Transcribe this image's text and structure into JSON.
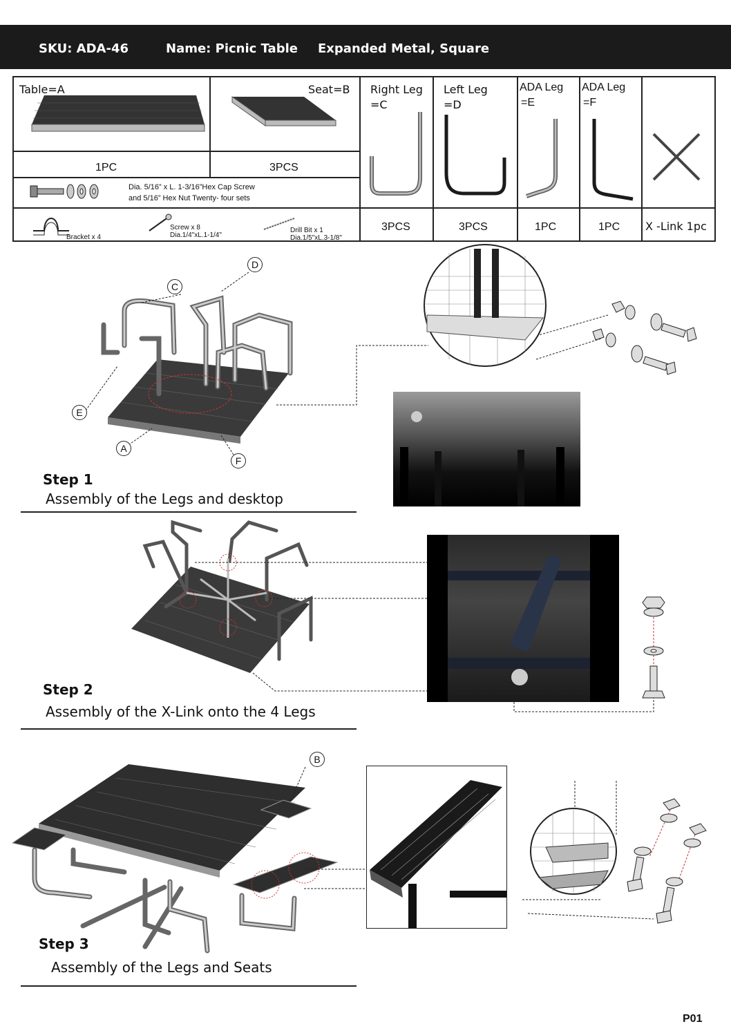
{
  "header": {
    "sku": "SKU:   ADA-46",
    "name": "Name: Picnic Table",
    "type": "Expanded Metal,  Square"
  },
  "parts": {
    "table": {
      "label": "Table=A",
      "qty": "1PC"
    },
    "seat": {
      "label": "Seat=B",
      "qty": "3PCS"
    },
    "right_leg": {
      "label1": "Right Leg",
      "label2": "=C",
      "qty": "3PCS"
    },
    "left_leg": {
      "label1": "Left Leg",
      "label2": "=D",
      "qty": "3PCS"
    },
    "ada_leg_e": {
      "label1": "ADA Leg",
      "label2": "=E",
      "qty": "1PC"
    },
    "ada_leg_f": {
      "label1": "ADA Leg",
      "label2": "=F",
      "qty": "1PC"
    },
    "xlink": {
      "qty": "X -Link 1pc"
    }
  },
  "hardware": {
    "screw_line1": "Dia. 5/16” x L. 1-3/16”Hex Cap Screw",
    "screw_line2": "and 5/16” Hex Nut   Twenty- four sets",
    "bracket": "Bracket x 4",
    "screw8_line1": "Screw x 8",
    "screw8_line2": "Dia.1/4\"xL.1-1/4\"",
    "drill_line1": "Drill Bit x 1",
    "drill_line2": "Dia.1/5\"xL.3-1/8\""
  },
  "callouts": {
    "a": "A",
    "b": "B",
    "c": "C",
    "d": "D",
    "e": "E",
    "f": "F"
  },
  "steps": [
    {
      "title": "Step 1",
      "desc": "Assembly of the Legs and desktop"
    },
    {
      "title": "Step 2",
      "desc": "Assembly of the X-Link onto the 4 Legs"
    },
    {
      "title": "Step 3",
      "desc": "Assembly of the Legs and  Seats"
    }
  ],
  "footer": {
    "page": "P01"
  }
}
